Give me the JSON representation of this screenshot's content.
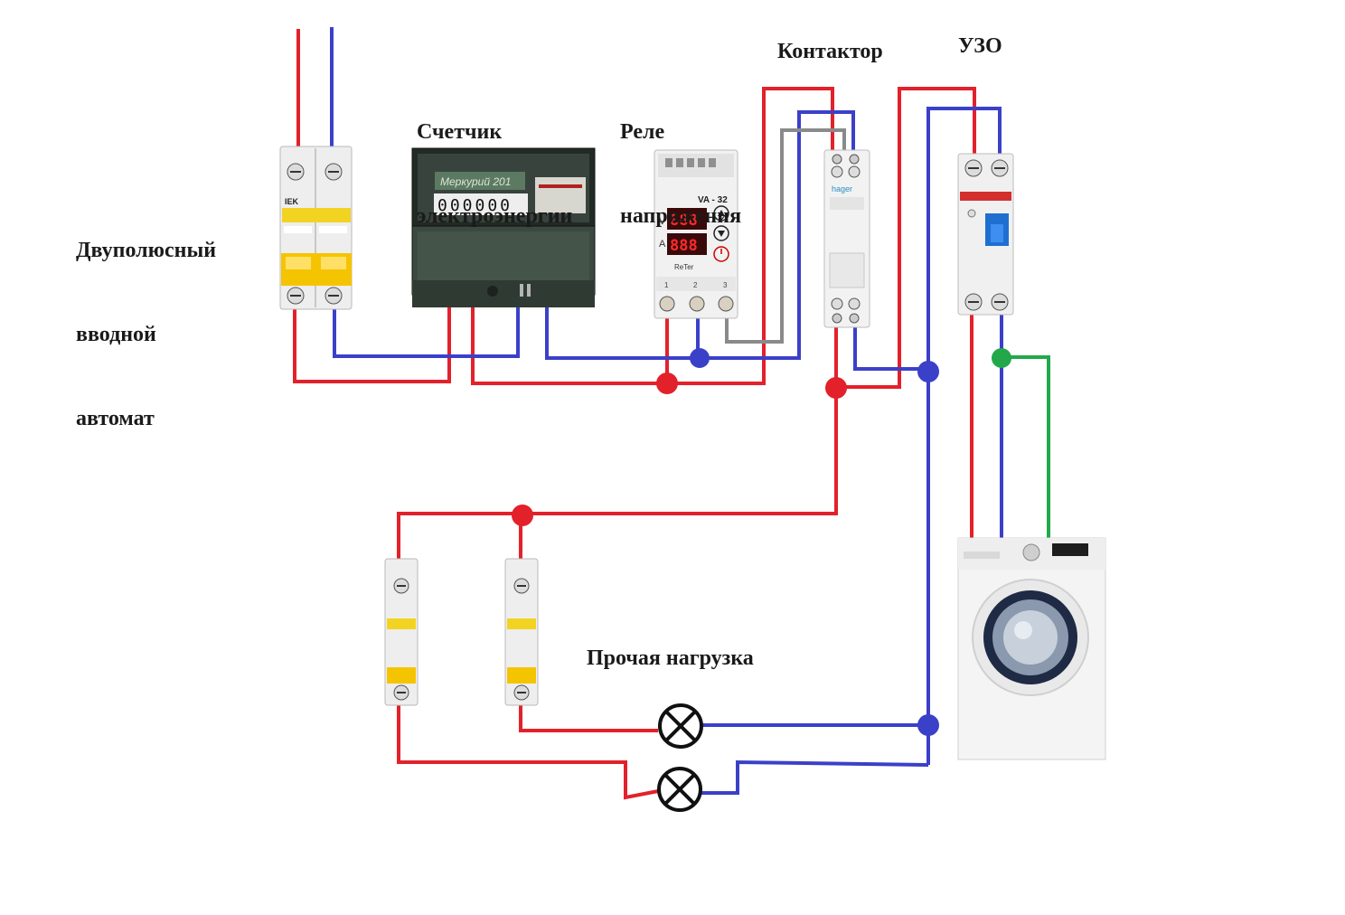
{
  "labels": {
    "breaker_line1": "Двуполюсный",
    "breaker_line2": "вводной",
    "breaker_line3": "автомат",
    "meter_line1": "Счетчик",
    "meter_line2": "электроэнергии",
    "relay_line1": "Реле",
    "relay_line2": "напряжения",
    "contactor": "Контактор",
    "rcd": "УЗО",
    "other_load": "Прочая нагрузка"
  },
  "device_text": {
    "breaker_brand": "IEK",
    "meter_brand": "Меркурий 201",
    "meter_digits": "000000",
    "relay_model": "VA - 32",
    "relay_v_label": "V",
    "relay_a_label": "A",
    "relay_v_display": "888",
    "relay_a_display": "888",
    "relay_brand": "ReTer",
    "relay_terminals": [
      "1",
      "2",
      "3"
    ],
    "contactor_brand": "hager"
  },
  "colors": {
    "phase": "#e3212b",
    "neutral": "#3b40c9",
    "earth": "#22a84a",
    "relay_link": "#8a8a8a",
    "junction_phase": "#e3212b",
    "junction_neutral": "#3b40c9",
    "junction_earth": "#22a84a"
  }
}
